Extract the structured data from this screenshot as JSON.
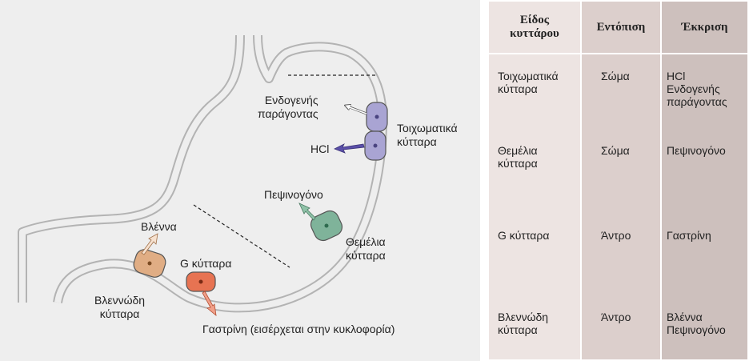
{
  "diagram": {
    "labels": {
      "intrinsic_factor": "Ενδογενής\nπαράγοντας",
      "hcl": "HCl",
      "parietal_cells": "Τοιχωματικά\nκύτταρα",
      "pepsinogen": "Πεψινογόνο",
      "chief_cells": "Θεμέλια\nκύτταρα",
      "mucus": "Βλέννα",
      "g_cells": "G κύτταρα",
      "mucous_cells": "Βλεννώδη\nκύτταρα",
      "gastrin": "Γαστρίνη (εισέρχεται στην κυκλοφορία)"
    },
    "colors": {
      "background": "#eeeeee",
      "wall": "#b3b3b3",
      "parietal_cell": "#a9a4d3",
      "chief_cell": "#7fb39a",
      "mucous_cell": "#e0ad84",
      "g_cell": "#e77352"
    }
  },
  "table": {
    "headers": [
      "Είδος\nκυττάρου",
      "Εντόπιση",
      "Έκκριση"
    ],
    "rows": [
      [
        "Τοιχωματικά\nκύτταρα",
        "Σώμα",
        "HCl\nΕνδογενής\nπαράγοντας"
      ],
      [
        "Θεμέλια\nκύτταρα",
        "Σώμα",
        "Πεψινογόνο"
      ],
      [
        "G κύτταρα",
        "Άντρο",
        "Γαστρίνη"
      ],
      [
        "Βλεννώδη\nκύτταρα",
        "Άντρο",
        "Βλέννα\nΠεψινογόνο"
      ]
    ],
    "colors": [
      "#ede4e2",
      "#dccfcc",
      "#cdc0bd"
    ]
  }
}
